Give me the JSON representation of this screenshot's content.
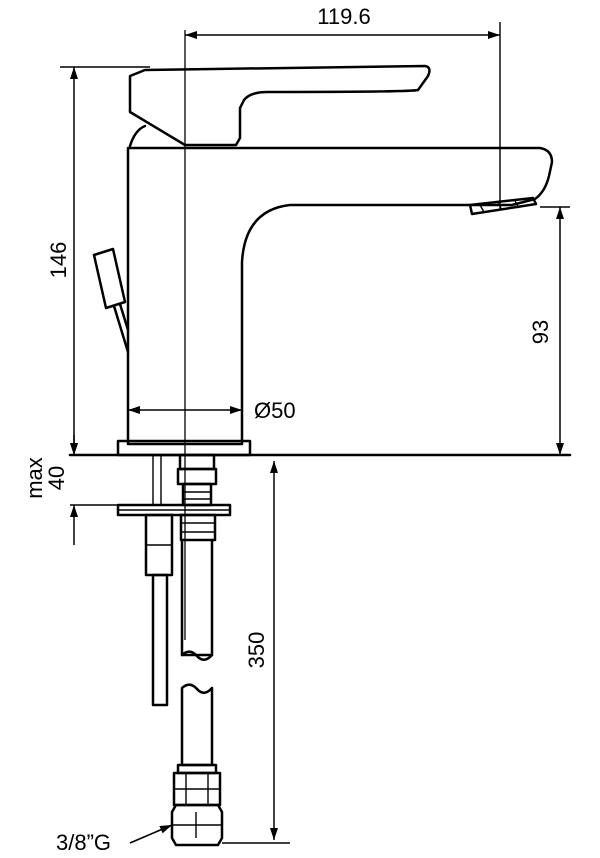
{
  "drawing": {
    "dimensions": {
      "width": "119.6",
      "height": "146",
      "spout_height": "93",
      "base_diameter": "Ø50",
      "max_label": "max",
      "max_value": "40",
      "hose_length": "350",
      "thread": "3/8”G"
    }
  }
}
